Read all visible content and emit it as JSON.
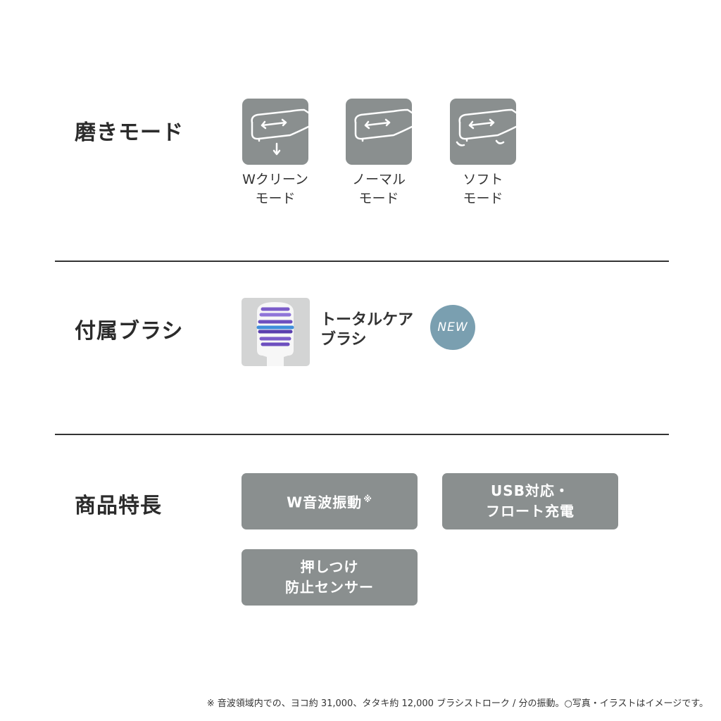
{
  "sections": {
    "mode": {
      "title": "磨きモード",
      "items": [
        {
          "line1": "Wクリーン",
          "line2": "モード",
          "icon": "w-clean-mode-icon"
        },
        {
          "line1": "ノーマル",
          "line2": "モード",
          "icon": "normal-mode-icon"
        },
        {
          "line1": "ソフト",
          "line2": "モード",
          "icon": "soft-mode-icon"
        }
      ]
    },
    "brush": {
      "title": "付属ブラシ",
      "name_line1": "トータルケア",
      "name_line2": "ブラシ",
      "badge": "NEW"
    },
    "features": {
      "title": "商品特長",
      "items": [
        {
          "line1": "W音波振動",
          "mark": "※",
          "line2": ""
        },
        {
          "line1": "USB対応・",
          "line2": "フロート充電"
        },
        {
          "line1": "押しつけ",
          "line2": "防止センサー"
        }
      ]
    }
  },
  "footnote": "※ 音波領域内での、ヨコ約 31,000、タタキ約 12,000 ブラシストローク / 分の振動。○写真・イラストはイメージです。",
  "colors": {
    "tile": "#8a8f8f",
    "badge": "#7a9fb0",
    "divider": "#333333"
  }
}
